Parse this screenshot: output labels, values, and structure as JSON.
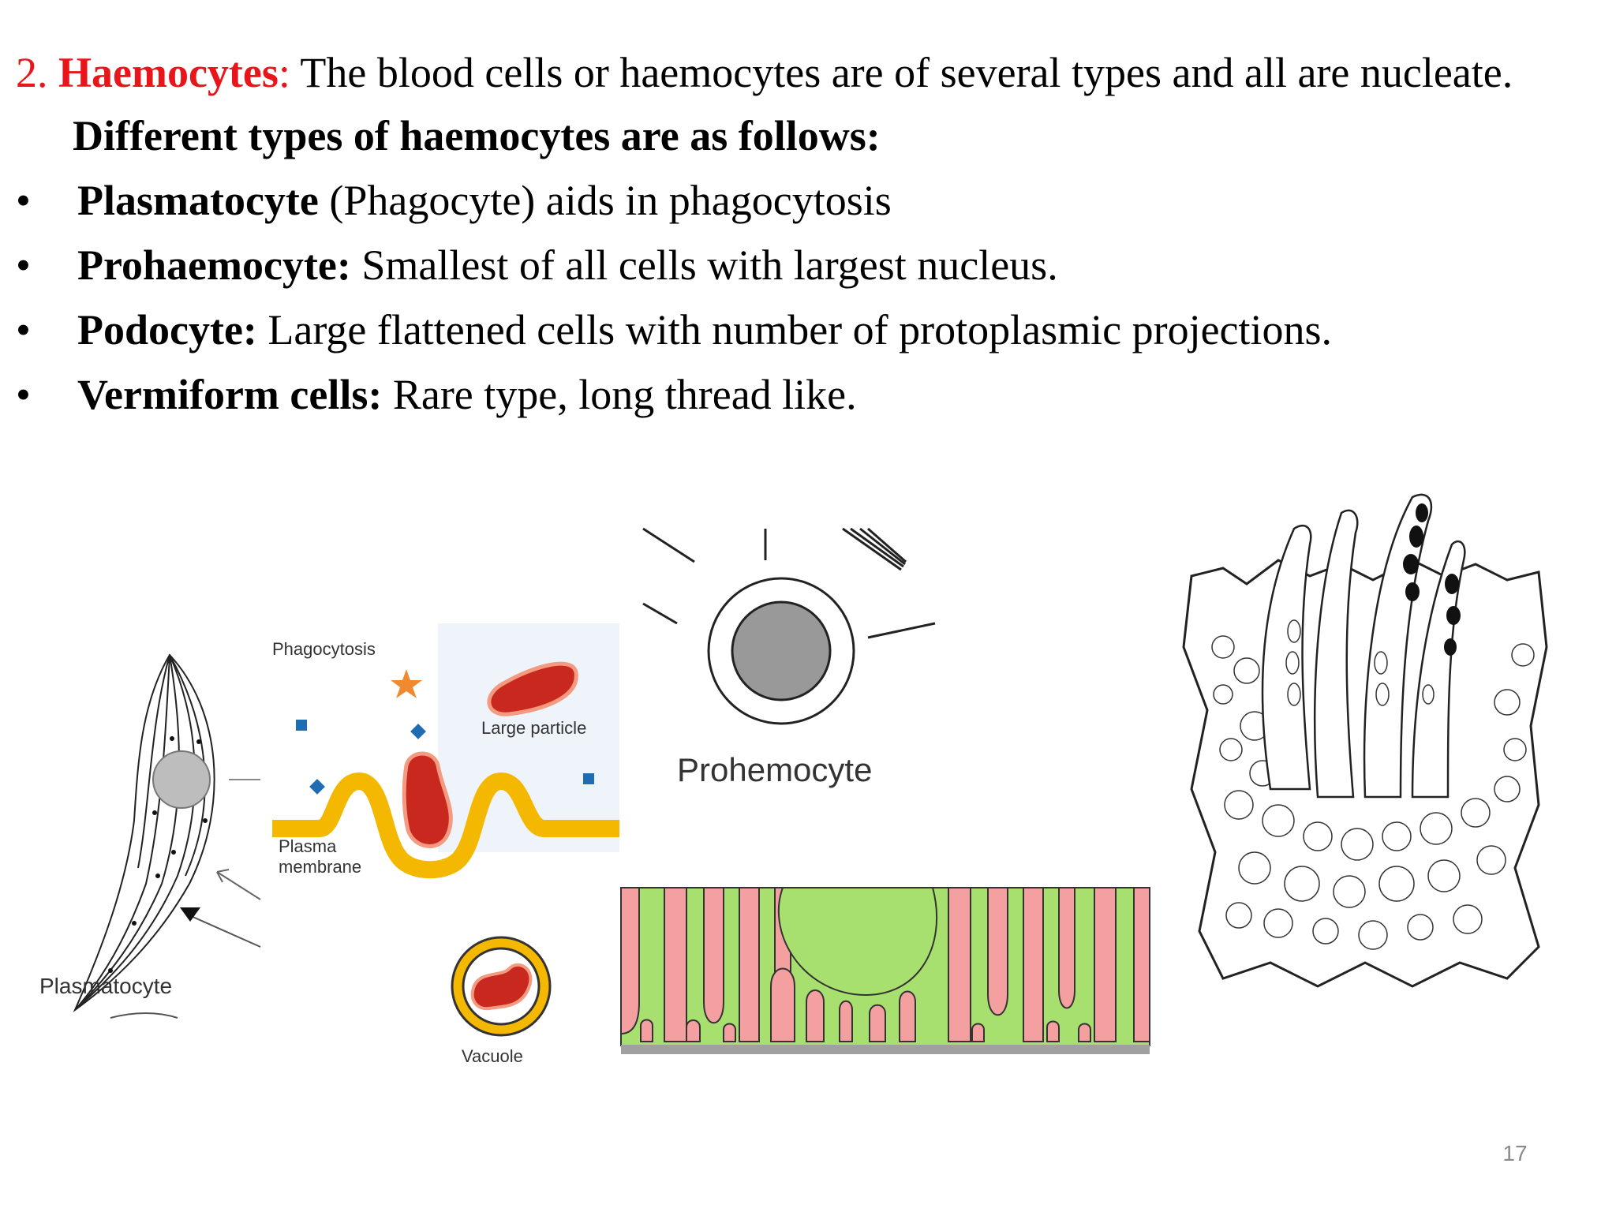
{
  "heading": {
    "number": "2.",
    "term": "Haemocytes",
    "colon": ":",
    "text": " The blood cells or haemocytes are of several types and all are nucleate."
  },
  "subheading": "Different types of haemocytes are as follows:",
  "bullet_symbol": "•",
  "bullets": [
    {
      "term": "Plasmatocyte",
      "text": " (Phagocyte) aids in phagocytosis"
    },
    {
      "term": "Prohaemocyte:",
      "text": " Smallest of all cells with largest nucleus."
    },
    {
      "term": "Podocyte:",
      "text": " Large flattened cells with number of protoplasmic projections."
    },
    {
      "term": "Vermiform cells:",
      "text": " Rare type, long thread like."
    }
  ],
  "figures": {
    "plasmatocyte_label": "Plasmatocyte",
    "phagocytosis_title": "Phagocytosis",
    "large_particle_label": "Large particle",
    "plasma_label_1": "Plasma",
    "plasma_label_2": "membrane",
    "vacuole_label": "Vacuole",
    "prohemocyte_label": "Prohemocyte"
  },
  "colors": {
    "heading_red": "#e8151b",
    "membrane_yellow": "#f5b800",
    "particle_red": "#c8281e",
    "podocyte_green": "#a8e070",
    "podocyte_pink": "#f4a0a0",
    "nucleus_gray": "#999999"
  },
  "page_number": "17"
}
